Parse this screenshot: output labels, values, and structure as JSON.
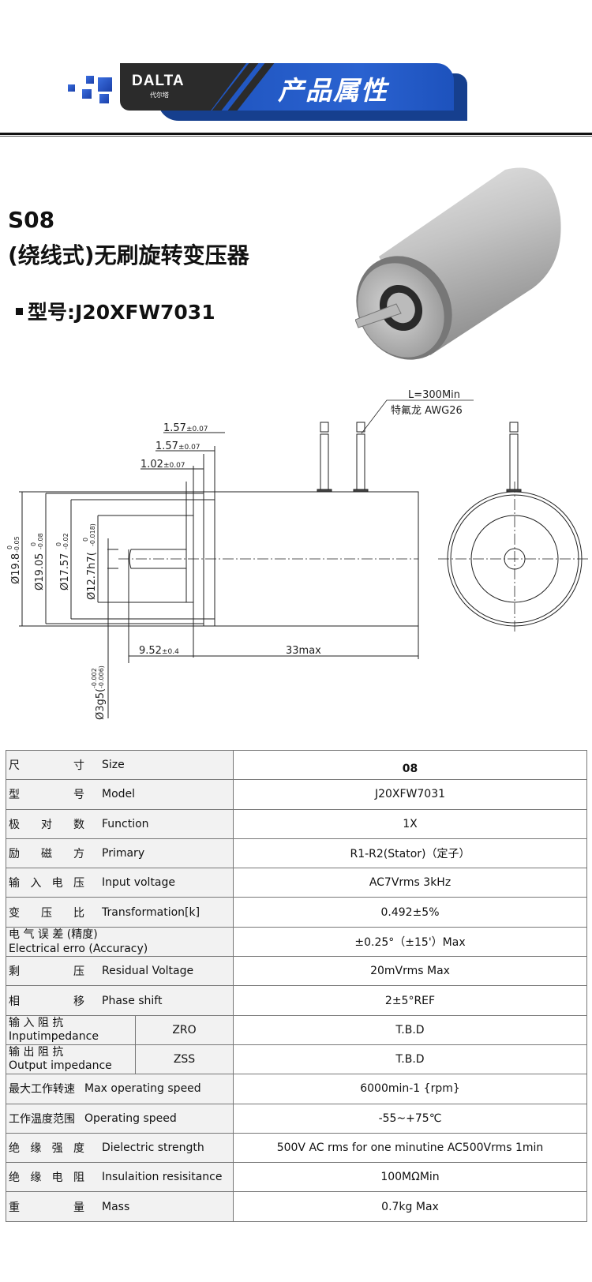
{
  "header": {
    "logo": "DALTA",
    "logo_sub": "代尔塔",
    "title": "产品属性"
  },
  "product": {
    "title_line1": "S08",
    "title_line2": "(绕线式)无刷旋转变压器",
    "model_label": "型号:J20XFW7031"
  },
  "drawing": {
    "dim_flange_1": "1.57",
    "dim_flange_1_tol": "±0.07",
    "dim_flange_2": "1.57",
    "dim_flange_2_tol": "±0.07",
    "dim_step": "1.02",
    "dim_step_tol": "±0.07",
    "dia_1": "Ø19.8",
    "dia_1_tol_upper": "0",
    "dia_1_tol_lower": "-0.05",
    "dia_2": "Ø19.05",
    "dia_2_tol_upper": "0",
    "dia_2_tol_lower": "-0.08",
    "dia_3": "Ø17.57",
    "dia_3_tol_upper": "0",
    "dia_3_tol_lower": "-0.02",
    "dia_4": "Ø12.7h7(",
    "dia_4_tol_upper": "0",
    "dia_4_tol_lower": "-0.018)",
    "shaft_len": "9.52",
    "shaft_len_tol": "±0.4",
    "body_len": "33max",
    "shaft_dia": "Ø3g5(",
    "shaft_dia_tol_upper": "-0.002",
    "shaft_dia_tol_lower": "-0.006)",
    "wire_length": "L=300Min",
    "wire_spec": "特氟龙 AWG26"
  },
  "specs": [
    {
      "zh": "尺寸",
      "en": "Size",
      "value": "08"
    },
    {
      "zh": "型号",
      "en": "Model",
      "value": "J20XFW7031"
    },
    {
      "zh": "极对数",
      "en": "Function",
      "value": "1X"
    },
    {
      "zh": "励磁方",
      "en": "Primary",
      "value": "R1-R2(Stator)（定子）"
    },
    {
      "zh": "输入电压",
      "en": "Input voltage",
      "value": "AC7Vrms 3kHz"
    },
    {
      "zh": "变压比",
      "en": "Transformation[k]",
      "value": "0.492±5%"
    },
    {
      "zh": "电 气 误 差 (精度)",
      "en": "Electrical erro (Accuracy)",
      "value": "±0.25°（±15'）Max",
      "two_line": true
    },
    {
      "zh": "剩压",
      "en": "Residual Voltage",
      "value": "20mVrms Max"
    },
    {
      "zh": "相移",
      "en": "Phase shift",
      "value": "2±5°REF"
    },
    {
      "zh": "输 入 阻 抗",
      "en": "Inputimpedance",
      "sub": "ZRO",
      "value": "T.B.D"
    },
    {
      "zh": "输 出 阻 抗",
      "en": "Output impedance",
      "sub": "ZSS",
      "value": "T.B.D"
    },
    {
      "zh": "最大工作转速",
      "en": "Max operating speed",
      "value": "6000min-1 {rpm}"
    },
    {
      "zh": "工作温度范围",
      "en": "Operating speed",
      "value": "-55~+75℃"
    },
    {
      "zh": "绝缘强度",
      "en": "Dielectric strength",
      "value": "500V AC rms for one minutine AC500Vrms 1min"
    },
    {
      "zh": "绝缘电阻",
      "en": "Insulaition resisitance",
      "value": "100MΩMin"
    },
    {
      "zh": "重量",
      "en": "Mass",
      "value": "0.7kg Max"
    }
  ],
  "colors": {
    "brand_blue": "#1b4fb8",
    "dark": "#2b2b2b",
    "label_bg": "#f2f2f2"
  }
}
